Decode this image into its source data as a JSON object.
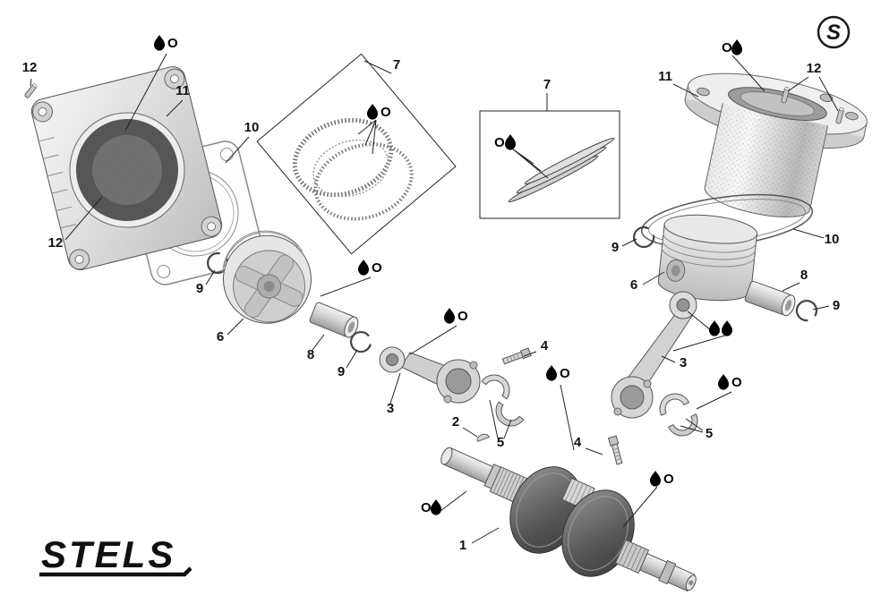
{
  "brand": {
    "logo": "STELS",
    "badge": "S"
  },
  "oil": {
    "letter": "O"
  },
  "labels": {
    "n1": "1",
    "n2": "2",
    "n3": "3",
    "n4": "4",
    "n5": "5",
    "n6": "6",
    "n7": "7",
    "n8": "8",
    "n9": "9",
    "n10": "10",
    "n11": "11",
    "n12": "12"
  }
}
